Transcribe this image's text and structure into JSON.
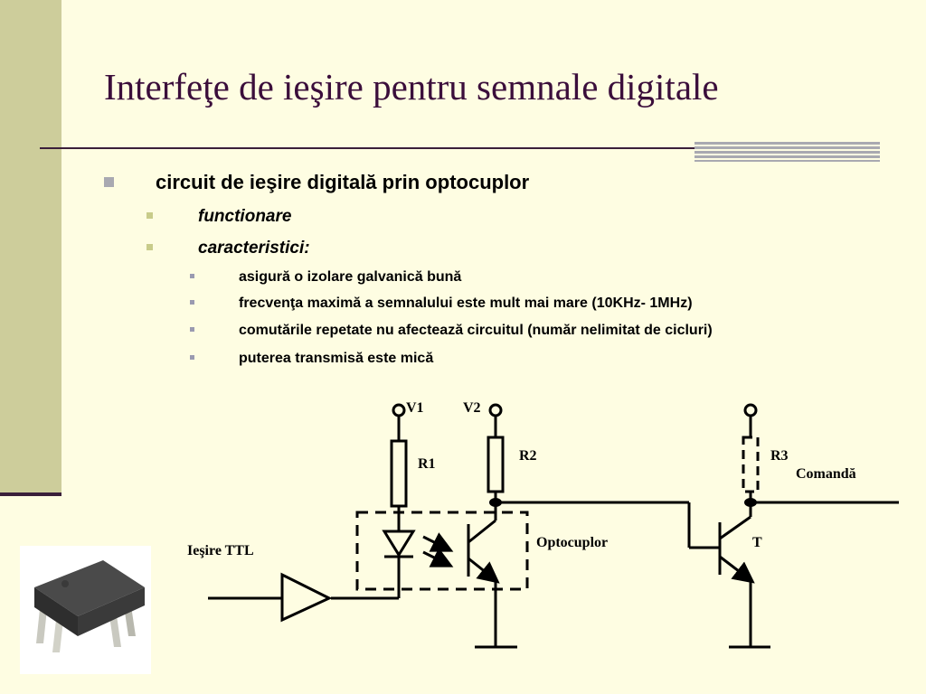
{
  "slide": {
    "title": "Interfeţe de ieşire pentru semnale digitale",
    "bullets": {
      "level1": "circuit de ieşire digitală prin optocuplor",
      "level2": [
        "functionare",
        "caracteristici:"
      ],
      "level3": [
        "asigură o izolare galvanică bună",
        "frecvenţa maximă a semnalului este mult mai mare (10KHz- 1MHz)",
        "comutările repetate nu afectează circuitul (număr nelimitat de cicluri)",
        "puterea transmisă este mică"
      ]
    }
  },
  "diagram": {
    "labels": {
      "v1": "V1",
      "v2": "V2",
      "r1": "R1",
      "r2": "R2",
      "r3": "R3",
      "comanda": "Comandă",
      "optocuplor": "Optocuplor",
      "t": "T",
      "iesire_ttl": "Ieşire TTL"
    }
  },
  "colors": {
    "background": "#fefde2",
    "left_band": "#cdcd9b",
    "title": "#3b0e3b",
    "rule": "#3a1f3a",
    "accent_bars": "#a9a9b1"
  }
}
